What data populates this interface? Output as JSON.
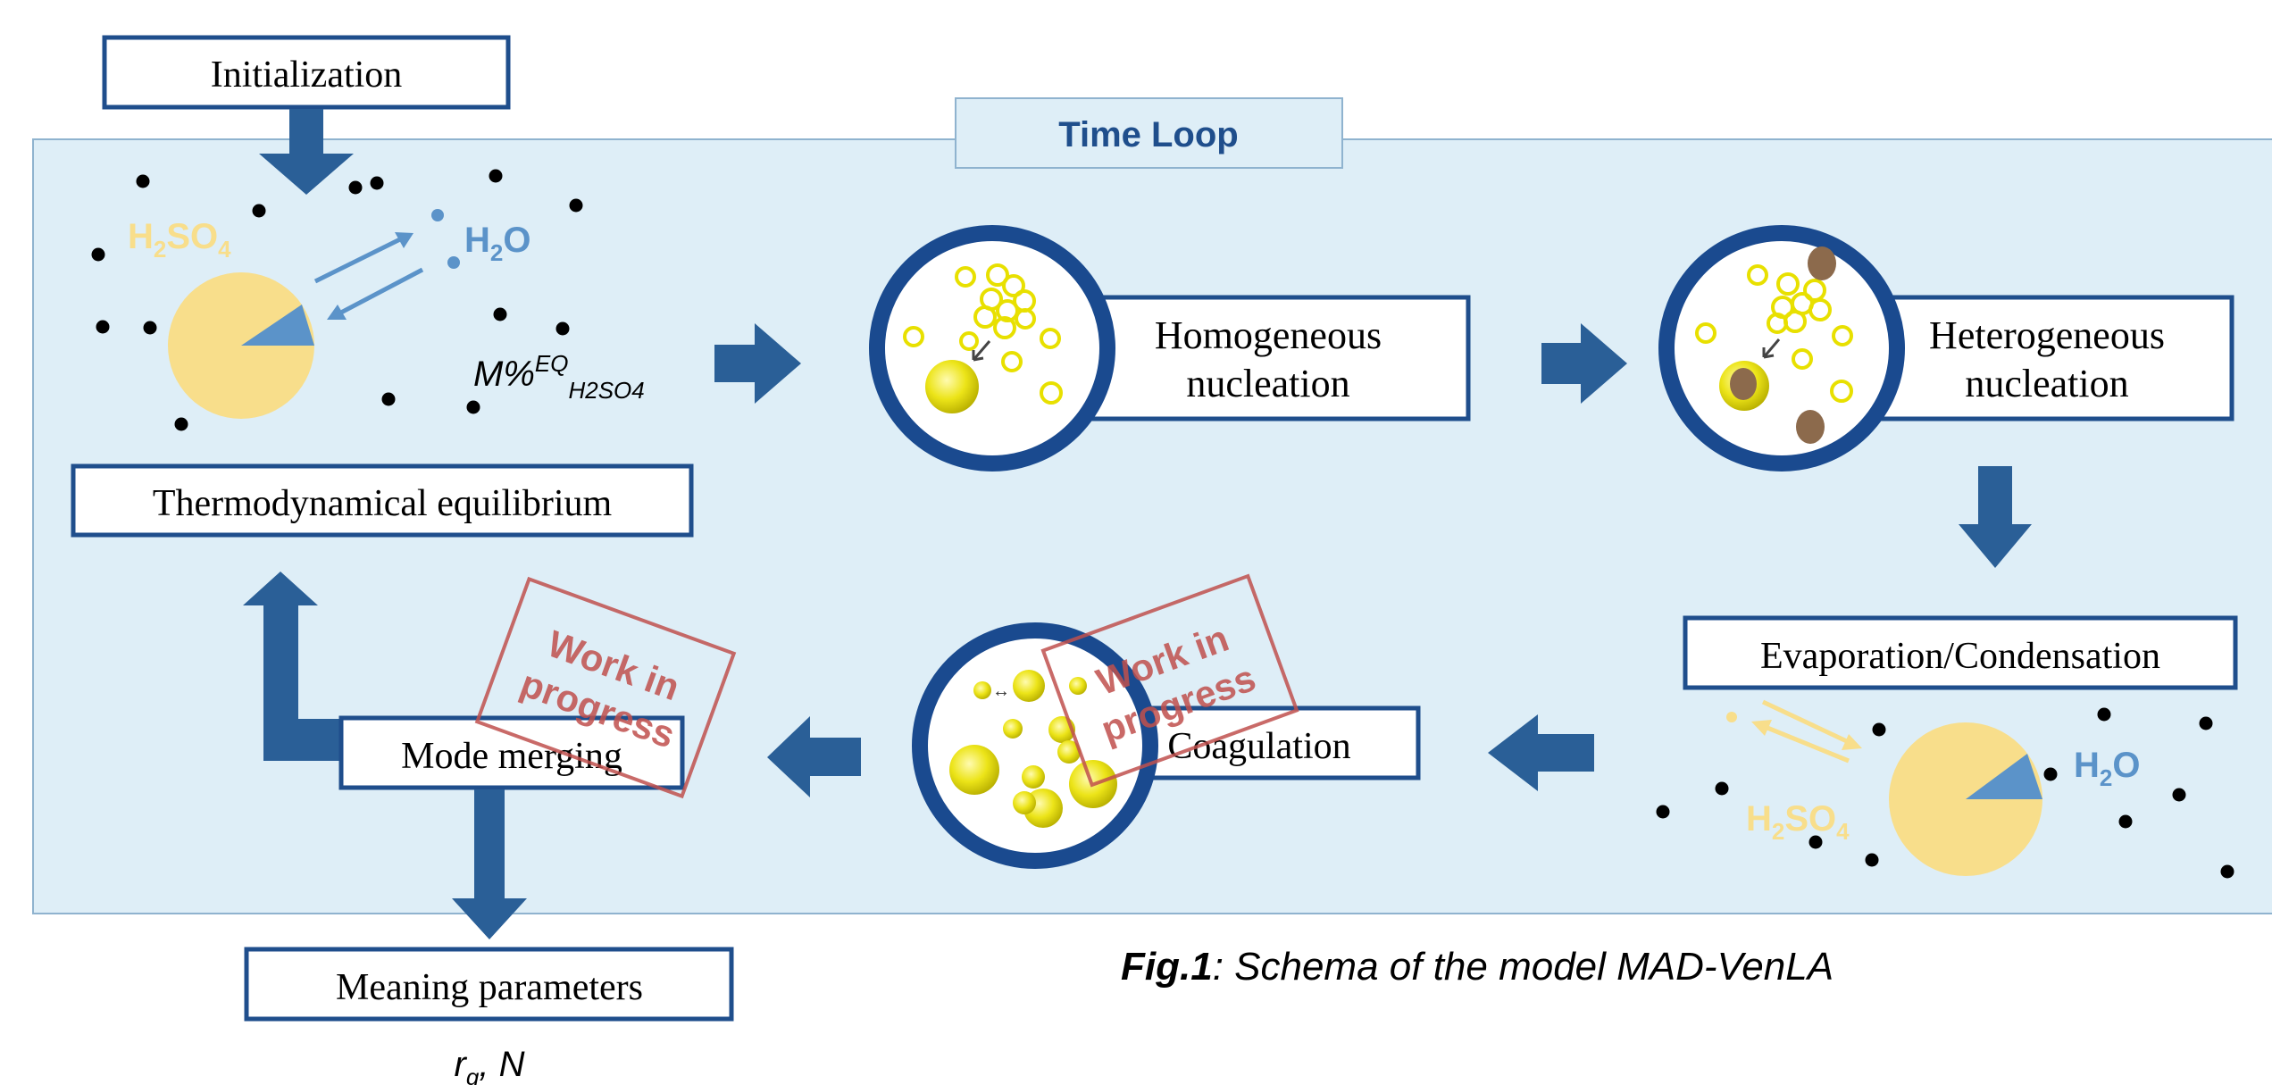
{
  "colors": {
    "panel_fill": "#deeef7",
    "panel_border": "#8fb3cf",
    "arrow": "#2a5f97",
    "box_border": "#1f4e8c",
    "circle_ring": "#1a4a8f",
    "sulfuric": "#f8de8b",
    "water": "#5b93c9",
    "droplet": "#e8e000",
    "ion": "#8c6a4c",
    "stamp": "#c0504d"
  },
  "loop_title": "Time Loop",
  "boxes": {
    "initialization": "Initialization",
    "thermo": "Thermodynamical equilibrium",
    "homog_1": "Homogeneous",
    "homog_2": "nucleation",
    "hetero_1": "Heterogeneous",
    "hetero_2": "nucleation",
    "evap": "Evaporation/Condensation",
    "coag": "Coagulation",
    "merge": "Mode merging",
    "meaning": "Meaning parameters"
  },
  "chem": {
    "h2so4_base": "H",
    "h2so4_sub1": "2",
    "h2so4_mid": "SO",
    "h2so4_sub2": "4",
    "h2o_base": "H",
    "h2o_sub": "2",
    "h2o_end": "O",
    "meq_base": "M%",
    "meq_sup": "EQ",
    "meq_sub": "H2SO4"
  },
  "stamp": {
    "line1": "Work in",
    "line2": "progress"
  },
  "outputs": {
    "ra": "r",
    "ra_sub": "g",
    "sep": ", ",
    "n": "N"
  },
  "caption": {
    "bold": "Fig.1",
    "rest": ": Schema of the model MAD-VenLA"
  }
}
